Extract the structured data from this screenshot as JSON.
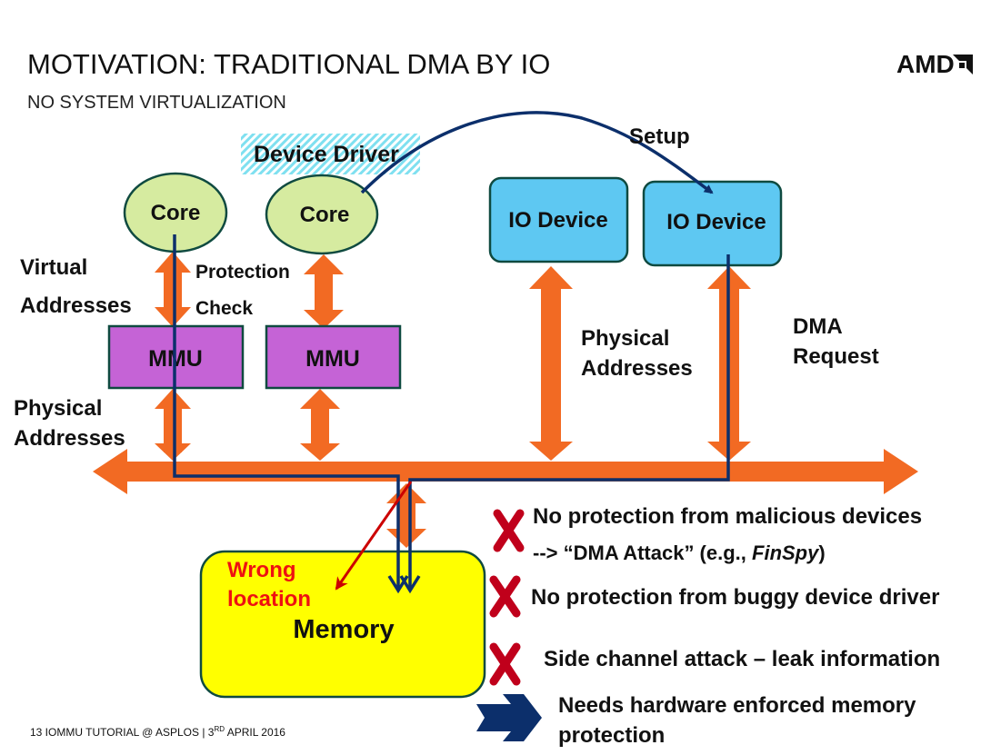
{
  "slide": {
    "title": "MOTIVATION: TRADITIONAL DMA BY IO",
    "subtitle": "NO SYSTEM VIRTUALIZATION",
    "logo": "AMD",
    "footer": {
      "prefix": "13  IOMMU TUTORIAL @ ASPLOS | 3",
      "superscript": "RD",
      "suffix": " APRIL 2016"
    }
  },
  "diagram": {
    "device_driver_label": "Device Driver",
    "setup_label": "Setup",
    "core_left": "Core",
    "core_right": "Core",
    "io_device_left": "IO Device",
    "io_device_right": "IO Device",
    "mmu_left": "MMU",
    "mmu_right": "MMU",
    "virtual_addresses": [
      "Virtual",
      "Addresses"
    ],
    "protection_check": [
      "Protection",
      "Check"
    ],
    "physical_addresses_left": [
      "Physical",
      "Addresses"
    ],
    "physical_addresses_mid": [
      "Physical",
      "Addresses"
    ],
    "dma_request": [
      "DMA",
      "Request"
    ],
    "wrong_location": [
      "Wrong",
      "location"
    ],
    "memory": "Memory"
  },
  "bullets": [
    {
      "marker": "x-mark-icon",
      "lines": [
        "No protection from malicious devices",
        "--> “DMA Attack” (e.g., ",
        "FinSpy",
        ")"
      ]
    },
    {
      "marker": "x-mark-icon",
      "text": "No protection from buggy device driver"
    },
    {
      "marker": "x-mark-icon",
      "text": "Side channel attack – leak information"
    },
    {
      "marker": "arrow-right-icon",
      "lines": [
        "Needs hardware enforced memory",
        "protection"
      ]
    }
  ],
  "colors": {
    "core_fill": "#d6eba0",
    "io_fill": "#5ec8f2",
    "mmu_fill": "#c563d6",
    "memory_fill": "#ffff00",
    "orange": "#f26a23",
    "navy": "#0c2f6b",
    "wrong": "#cc0000",
    "x_mark": "#c0001b"
  }
}
